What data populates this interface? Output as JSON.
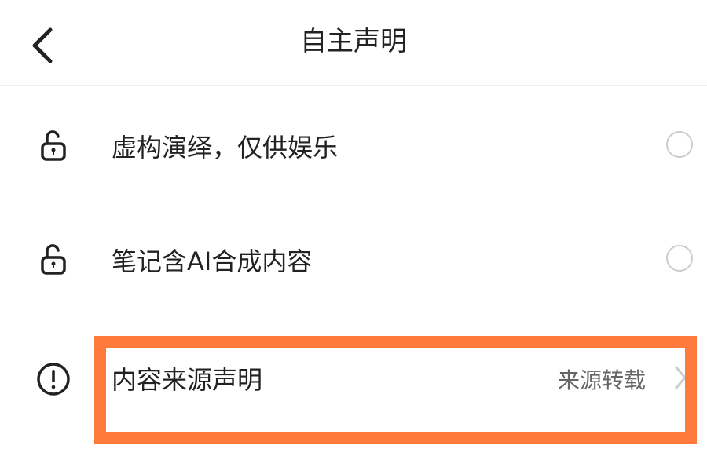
{
  "header": {
    "title": "自主声明",
    "back_icon": "chevron-left-icon"
  },
  "items": [
    {
      "label": "虚构演绎，仅供娱乐",
      "icon": "unlock-icon",
      "selected": false
    },
    {
      "label": "笔记含AI合成内容",
      "icon": "unlock-icon",
      "selected": false
    },
    {
      "label": "内容来源声明",
      "icon": "exclamation-circle-icon",
      "value": "来源转载"
    }
  ],
  "colors": {
    "highlight": "#FF7A3D"
  }
}
